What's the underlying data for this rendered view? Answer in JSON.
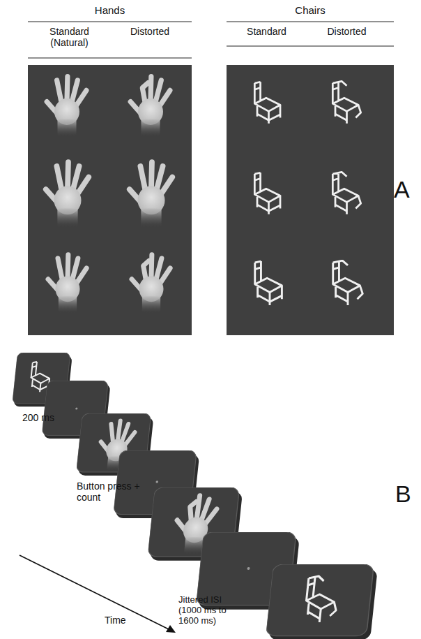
{
  "diagram": {
    "labels": [
      "Hands",
      "Standard (Natural)",
      "Distorted",
      "Chairs",
      "Standard",
      "Distorted",
      "A",
      "200 ms",
      "Button press + count",
      "Jittered ISI (1000 ms to 1600 ms)",
      "Time",
      "B"
    ]
  }
}
